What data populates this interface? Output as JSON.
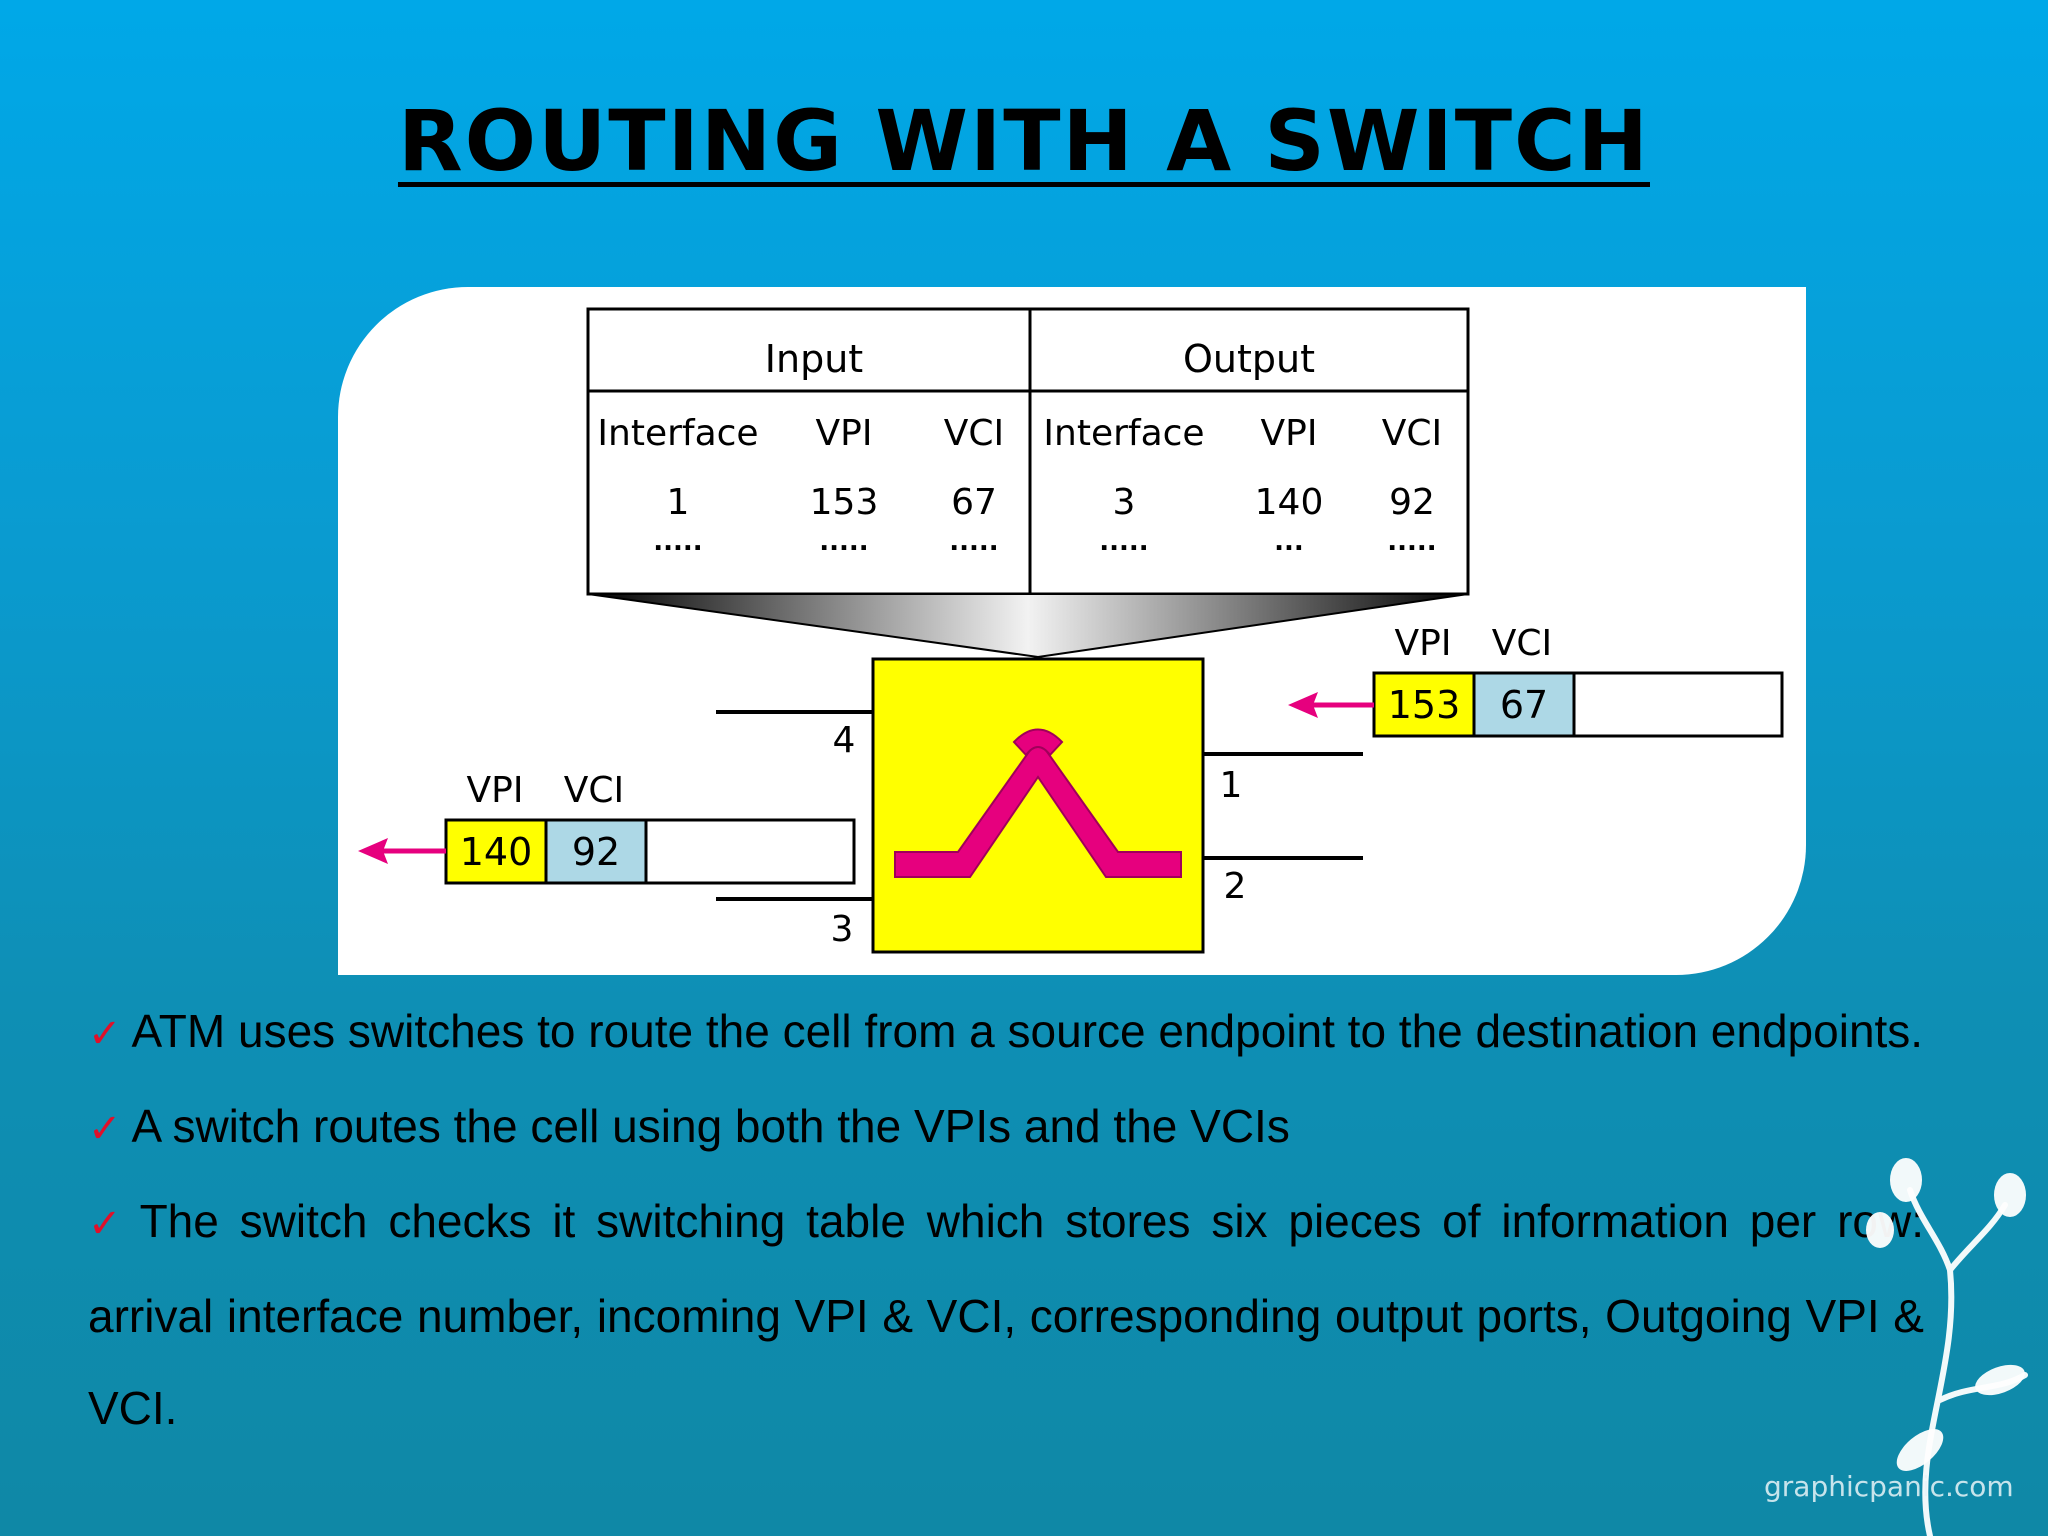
{
  "slide": {
    "title": "ROUTING WITH A SWITCH",
    "watermark": "graphicpanic.com"
  },
  "table": {
    "input_header": "Input",
    "output_header": "Output",
    "columns": [
      "Interface",
      "VPI",
      "VCI",
      "Interface",
      "VPI",
      "VCI"
    ],
    "row": [
      "1",
      "153",
      "67",
      "3",
      "140",
      "92"
    ],
    "continuation": ".....",
    "continuation_short": "..."
  },
  "switch": {
    "ports": [
      "1",
      "2",
      "3",
      "4"
    ],
    "incoming_cell": {
      "vpi_label": "VPI",
      "vci_label": "VCI",
      "vpi": "153",
      "vci": "67"
    },
    "outgoing_cell": {
      "vpi_label": "VPI",
      "vci_label": "VCI",
      "vpi": "140",
      "vci": "92"
    }
  },
  "colors": {
    "vpi_fill": "#ffff00",
    "vci_fill": "#add8e6",
    "switch_fill": "#ffff00",
    "arrow": "#e6007e",
    "check": "#e0102a"
  },
  "bullets": [
    "ATM uses switches to route the cell from a source endpoint to the destination endpoints.",
    "A switch routes the cell using both the VPIs and the VCIs",
    "The switch checks it switching table which stores six pieces of information per row: arrival interface number, incoming VPI & VCI, corresponding output ports, Outgoing VPI & VCI."
  ]
}
